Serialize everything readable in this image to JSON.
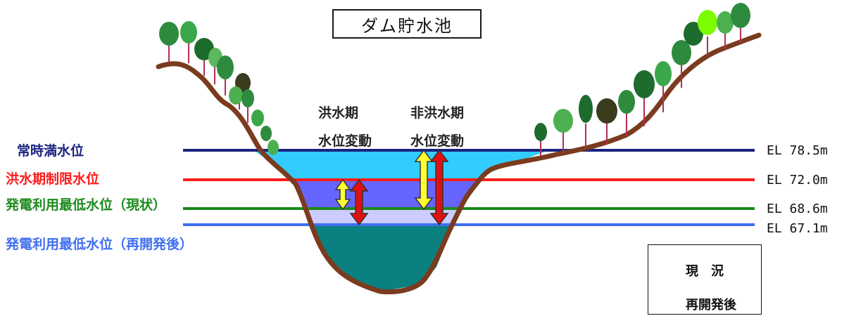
{
  "title": "ダム貯水池",
  "levels": [
    {
      "name": "常時満水位",
      "elevation": "EL 78.5m",
      "color": "#1a237e"
    },
    {
      "name": "洪水期制限水位",
      "elevation": "EL 72.0m",
      "color": "#ff1a1a"
    },
    {
      "name": "発電利用最低水位（現状）",
      "elevation": "EL 68.6m",
      "color": "#1b8a1b"
    },
    {
      "name": "発電利用最低水位（再開発後）",
      "elevation": "EL 67.1m",
      "color": "#3f6ff0"
    }
  ],
  "columns": {
    "flood": {
      "line1": "洪水期",
      "line2": "水位変動"
    },
    "nonflood": {
      "line1": "非洪水期",
      "line2": "水位変動"
    }
  },
  "legend": {
    "current": "現　況",
    "after": "再開発後",
    "current_color": "#ffff33",
    "after_color": "#e01010"
  },
  "colors": {
    "water_top": "#33ccff",
    "water_band": "#6666ff",
    "water_light": "#ccccff",
    "water_deep": "#0a8080",
    "ground": "#7b3b1e"
  }
}
